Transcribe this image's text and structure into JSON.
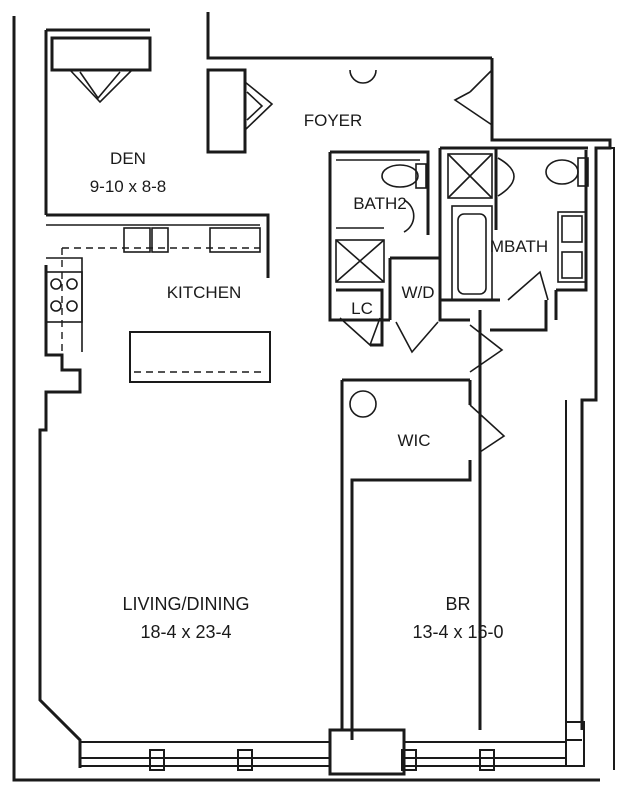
{
  "rooms": {
    "den": {
      "name": "DEN",
      "dims": "9-10 x 8-8"
    },
    "foyer": {
      "name": "FOYER"
    },
    "bath2": {
      "name": "BATH2"
    },
    "mbath": {
      "name": "MBATH"
    },
    "kitchen": {
      "name": "KITCHEN"
    },
    "lc": {
      "name": "LC"
    },
    "wd": {
      "name": "W/D"
    },
    "wic": {
      "name": "WIC"
    },
    "living": {
      "name": "LIVING/DINING",
      "dims": "18-4 x 23-4"
    },
    "br": {
      "name": "BR",
      "dims": "13-4 x 16-0"
    }
  }
}
